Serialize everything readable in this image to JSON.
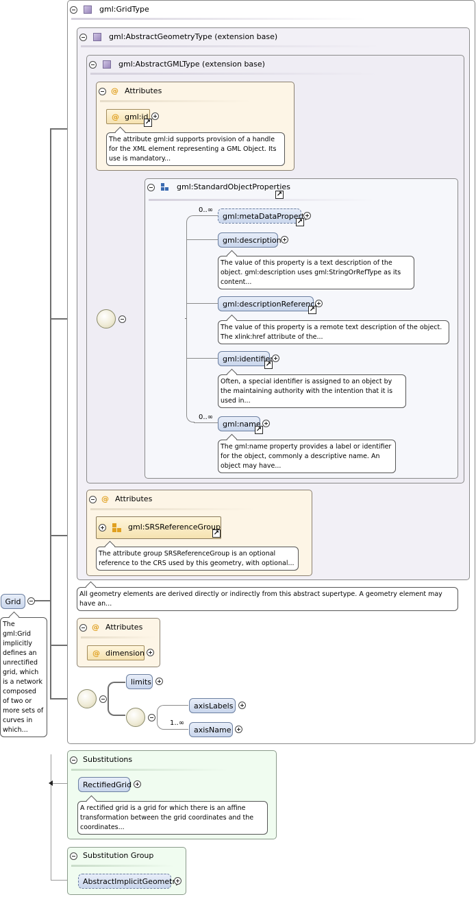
{
  "root": {
    "name": "Grid",
    "doc": "The gml:Grid implicitly defines an unrectified grid, which is a network composed of two or more sets of curves in which..."
  },
  "gridType": {
    "title": "gml:GridType"
  },
  "abstractGeometryType": {
    "title": "gml:AbstractGeometryType (extension base)",
    "doc": "All geometry elements are derived directly or indirectly from this abstract supertype. A geometry element may have an..."
  },
  "abstractGMLType": {
    "title": "gml:AbstractGMLType (extension base)"
  },
  "attributes1": {
    "title": "Attributes",
    "gmlId": "gml:id",
    "gmlIdDoc": "The attribute gml:id supports provision of a handle for the XML element representing a GML Object. Its use is mandatory..."
  },
  "standardObjectProperties": {
    "title": "gml:StandardObjectProperties",
    "items": [
      {
        "label": "gml:metaDataProperty",
        "occ": "0..∞",
        "doc": ""
      },
      {
        "label": "gml:description",
        "occ": "",
        "doc": "The value of this property is a text description of the object. gml:description uses gml:StringOrRefType as its content..."
      },
      {
        "label": "gml:descriptionReference",
        "occ": "",
        "doc": "The value of this property is a remote text description of the object. The xlink:href attribute of the..."
      },
      {
        "label": "gml:identifier",
        "occ": "",
        "doc": "Often, a special identifier is assigned to an object by the maintaining authority with the intention that it is used in..."
      },
      {
        "label": "gml:name",
        "occ": "0..∞",
        "doc": "The gml:name property provides a label or identifier for the object, commonly a descriptive name. An object may have..."
      }
    ]
  },
  "attributes2": {
    "title": "Attributes",
    "srsGroup": "gml:SRSReferenceGroup",
    "srsDoc": "The attribute group SRSReferenceGroup is an optional reference to the CRS used by this geometry, with optional..."
  },
  "attributes3": {
    "title": "Attributes",
    "dimension": "dimension"
  },
  "gridSequence": {
    "limits": "limits",
    "axisLabels": "axisLabels",
    "axisName": "axisName",
    "axisNameOcc": "1..∞"
  },
  "substitutions": {
    "title": "Substitutions",
    "item": "RectifiedGrid",
    "doc": "A rectified grid is a grid for which there is an affine transformation between the grid coordinates and the coordinates..."
  },
  "substitutionGroup": {
    "title": "Substitution Group",
    "item": "AbstractImplicitGeometry"
  }
}
